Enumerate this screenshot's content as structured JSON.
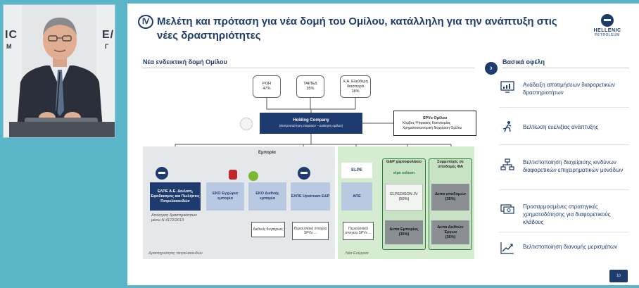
{
  "video": {
    "wall_left_top": "IC",
    "wall_left_bottom": "M",
    "wall_right_top": "E/",
    "wall_right_bottom": "Γ"
  },
  "slide": {
    "roman": "Ⅳ",
    "title": "Μελέτη και πρόταση για νέα δομή του Ομίλου, κατάλληλη για την ανάπτυξη στις νέες δραστηριότητες",
    "logo_name": "HELLENIC",
    "logo_sub": "PETROLEUM",
    "left_heading": "Νέα ενδεικτική δομή Ομίλου",
    "right_heading": "Βασικά οφέλη",
    "page_number": "10"
  },
  "diagram": {
    "shareholders": [
      {
        "name": "ΡΟΗ",
        "pct": "47%"
      },
      {
        "name": "ΤΑΙΠΕΔ",
        "pct": "35%"
      },
      {
        "name": "Χ.Α. Ελεύθερη διασπορά",
        "pct": "18%"
      }
    ],
    "holding_title": "Holding Company",
    "holding_sub": "(Εκπροσώπηση εταιρειών – Διοίκηση ομίλου)",
    "spv_title": "SPVs Ομίλου",
    "spv_items": [
      "Κόμβος Ψηφιακής Καινοτομίας",
      "Χρηματοοικονομική διαχείριση Ομίλου"
    ],
    "commerce_label": "Εμπορία",
    "gray_zone_caption": "Δραστηριότητες πετρελαιοειδών",
    "green_zone_caption": "Νέα Ενέργεια",
    "companies": [
      {
        "id": "elpe-ae",
        "label": "ΕΛΠΕ Α.Ε. Διυλιση, Εφοδιασμος και Πωλήσεις Πετρελαιοειδών"
      },
      {
        "id": "eko-local",
        "label": "ΕΚΟ Εγχώρια εμπορία"
      },
      {
        "id": "eko-intl",
        "label": "ΕΚΟ Διεθνής εμπορία"
      },
      {
        "id": "elpe-upstream",
        "label": "ΕΛΠΕ Upstream E&P"
      }
    ],
    "ape_label": "ΑΠΕ",
    "elpe_brand": "ELPE",
    "elpe_note": "Απόσχιση δραστηριότητων μέσω Ν.4172/2013",
    "intl_subs": "Διεθνείς θυγατρικές",
    "upstream_assets": "Περιουσιακά στοιχεία SPVs ...",
    "ape_assets": "Περιουσιακά στοιχεία SPVs ...",
    "gp_title": "G&P χαρτοφυλάκιο",
    "gp_brand": "elpe edison",
    "gp_jv": "ELPEDISON JV",
    "gp_jv_pct": "(50%)",
    "gp_depa": "Δεπα Εμπορίας",
    "gp_depa_pct": "(35%)",
    "infra_title": "Συμμετοχές σε υποδομές ΦΑ",
    "infra_1": "Δεπα υποδομών",
    "infra_1_pct": "(35%)",
    "infra_2": "Δεπα Διεθνών Έργων",
    "infra_2_pct": "(35%)"
  },
  "benefits": [
    {
      "icon": "monitor-chart-icon",
      "text": "Ανάδειξη αποτιμήσεων διαφορετικών δραστηριοτήτων"
    },
    {
      "icon": "runner-icon",
      "text": "Βελτίωση ευελιξίας ανάπτυξης"
    },
    {
      "icon": "org-chart-icon",
      "text": "Βελτιστοποίηση διαχείρισης κινδύνων διαφορετικών επιχειρηματικών μονάδων"
    },
    {
      "icon": "money-icon",
      "text": "Προσαρμοσμένες στρατηγικές χρηματοδότησης για διαφορετικούς κλάδους"
    },
    {
      "icon": "growth-chart-icon",
      "text": "Βελτιστοποίηση διανομής μερισμάτων"
    }
  ]
}
